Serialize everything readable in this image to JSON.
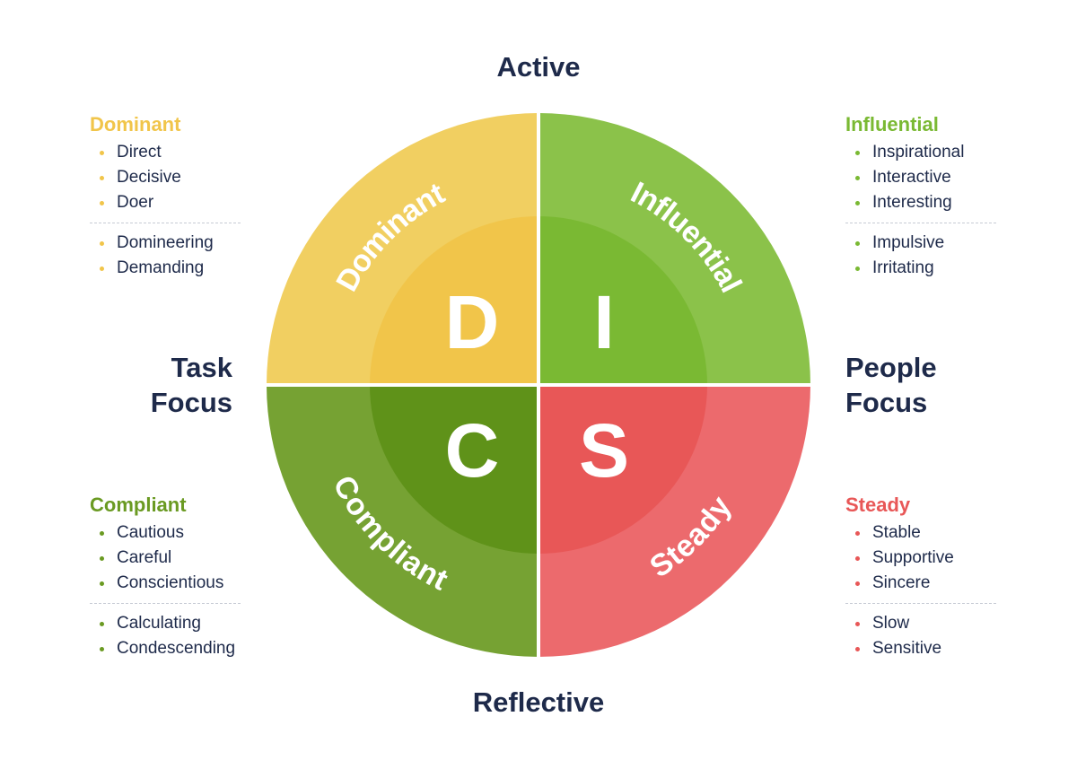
{
  "axes": {
    "top": "Active",
    "bottom": "Reflective",
    "left": [
      "Task",
      "Focus"
    ],
    "right": [
      "People",
      "Focus"
    ]
  },
  "quadrants": [
    {
      "key": "dominant",
      "letter": "D",
      "arc_label": "Dominant",
      "outer_color": "#f1cf61",
      "inner_color": "#f1c54a"
    },
    {
      "key": "influential",
      "letter": "I",
      "arc_label": "Influential",
      "outer_color": "#8bc24a",
      "inner_color": "#7ab933"
    },
    {
      "key": "compliant",
      "letter": "C",
      "arc_label": "Compliant",
      "outer_color": "#76a233",
      "inner_color": "#5f9219"
    },
    {
      "key": "steady",
      "letter": "S",
      "arc_label": "Steady",
      "outer_color": "#ec6a6d",
      "inner_color": "#e85757"
    }
  ],
  "panels": {
    "dominant": {
      "title": "Dominant",
      "color": "#f1c54a",
      "positives": [
        "Direct",
        "Decisive",
        "Doer"
      ],
      "negatives": [
        "Domineering",
        "Demanding"
      ]
    },
    "influential": {
      "title": "Influential",
      "color": "#7ab933",
      "positives": [
        "Inspirational",
        "Interactive",
        "Interesting"
      ],
      "negatives": [
        "Impulsive",
        "Irritating"
      ]
    },
    "compliant": {
      "title": "Compliant",
      "color": "#6a9a22",
      "positives": [
        "Cautious",
        "Careful",
        "Conscientious"
      ],
      "negatives": [
        "Calculating",
        "Condescending"
      ]
    },
    "steady": {
      "title": "Steady",
      "color": "#e85757",
      "positives": [
        "Stable",
        "Supportive",
        "Sincere"
      ],
      "negatives": [
        "Slow",
        "Sensitive"
      ]
    }
  }
}
